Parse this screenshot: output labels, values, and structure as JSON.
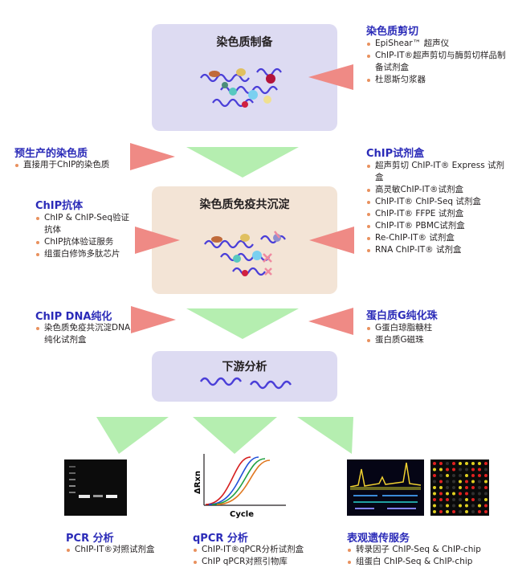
{
  "steps": {
    "prep_title": "染色质制备",
    "ip_title": "染色质免疫共沉淀",
    "analysis_title": "下游分析"
  },
  "shearing": {
    "heading": "染色质剪切",
    "items": [
      "EpiShear™ 超声仪",
      "ChIP-IT®超声剪切与酶剪切样品制备试剂盒",
      "杜恩斯匀浆器"
    ]
  },
  "prepared": {
    "heading": "预生产的染色质",
    "items": [
      "直接用于ChIP的染色质"
    ]
  },
  "kits": {
    "heading": "ChIP试剂盒",
    "items": [
      "超声剪切 ChIP-IT® Express 试剂盒",
      "高灵敏ChIP-IT®试剂盒",
      "ChIP-IT® ChIP-Seq 试剂盒",
      "ChIP-IT® FFPE 试剂盒",
      "ChIP-IT® PBMC试剂盒",
      "Re-ChIP-IT® 试剂盒",
      "RNA ChIP-IT® 试剂盒"
    ]
  },
  "antibodies": {
    "heading": "ChIP抗体",
    "items": [
      "ChIP & ChIP-Seq验证抗体",
      "ChIP抗体验证服务",
      "组蛋白修饰多肽芯片"
    ]
  },
  "purification": {
    "heading": "ChIP DNA纯化",
    "items": [
      "染色质免疫共沉淀DNA纯化试剂盒"
    ]
  },
  "beads": {
    "heading": "蛋白质G纯化珠",
    "items": [
      "G蛋白琼脂糖柱",
      "蛋白质G磁珠"
    ]
  },
  "pcr": {
    "heading": "PCR 分析",
    "items": [
      "ChIP-IT®对照试剂盒"
    ]
  },
  "qpcr": {
    "heading": "qPCR 分析",
    "items": [
      "ChIP-IT®qPCR分析试剂盒",
      "ChIP qPCR对照引物库"
    ],
    "y_label": "ΔRxn",
    "x_label": "Cycle"
  },
  "epigenetics": {
    "heading": "表观遗传服务",
    "items": [
      "转录因子 ChIP-Seq & ChIP-chip",
      "组蛋白 ChIP-Seq & ChIP-chip"
    ]
  },
  "colors": {
    "heading": "#2b2bb8",
    "bullet": "#e9915e",
    "arrow_red": "#ef8a85",
    "arrow_green": "#b5eeb0",
    "box_lavender": "#dddbf2",
    "box_peach": "#f3e4d6",
    "dna": "#4a3ed8"
  }
}
